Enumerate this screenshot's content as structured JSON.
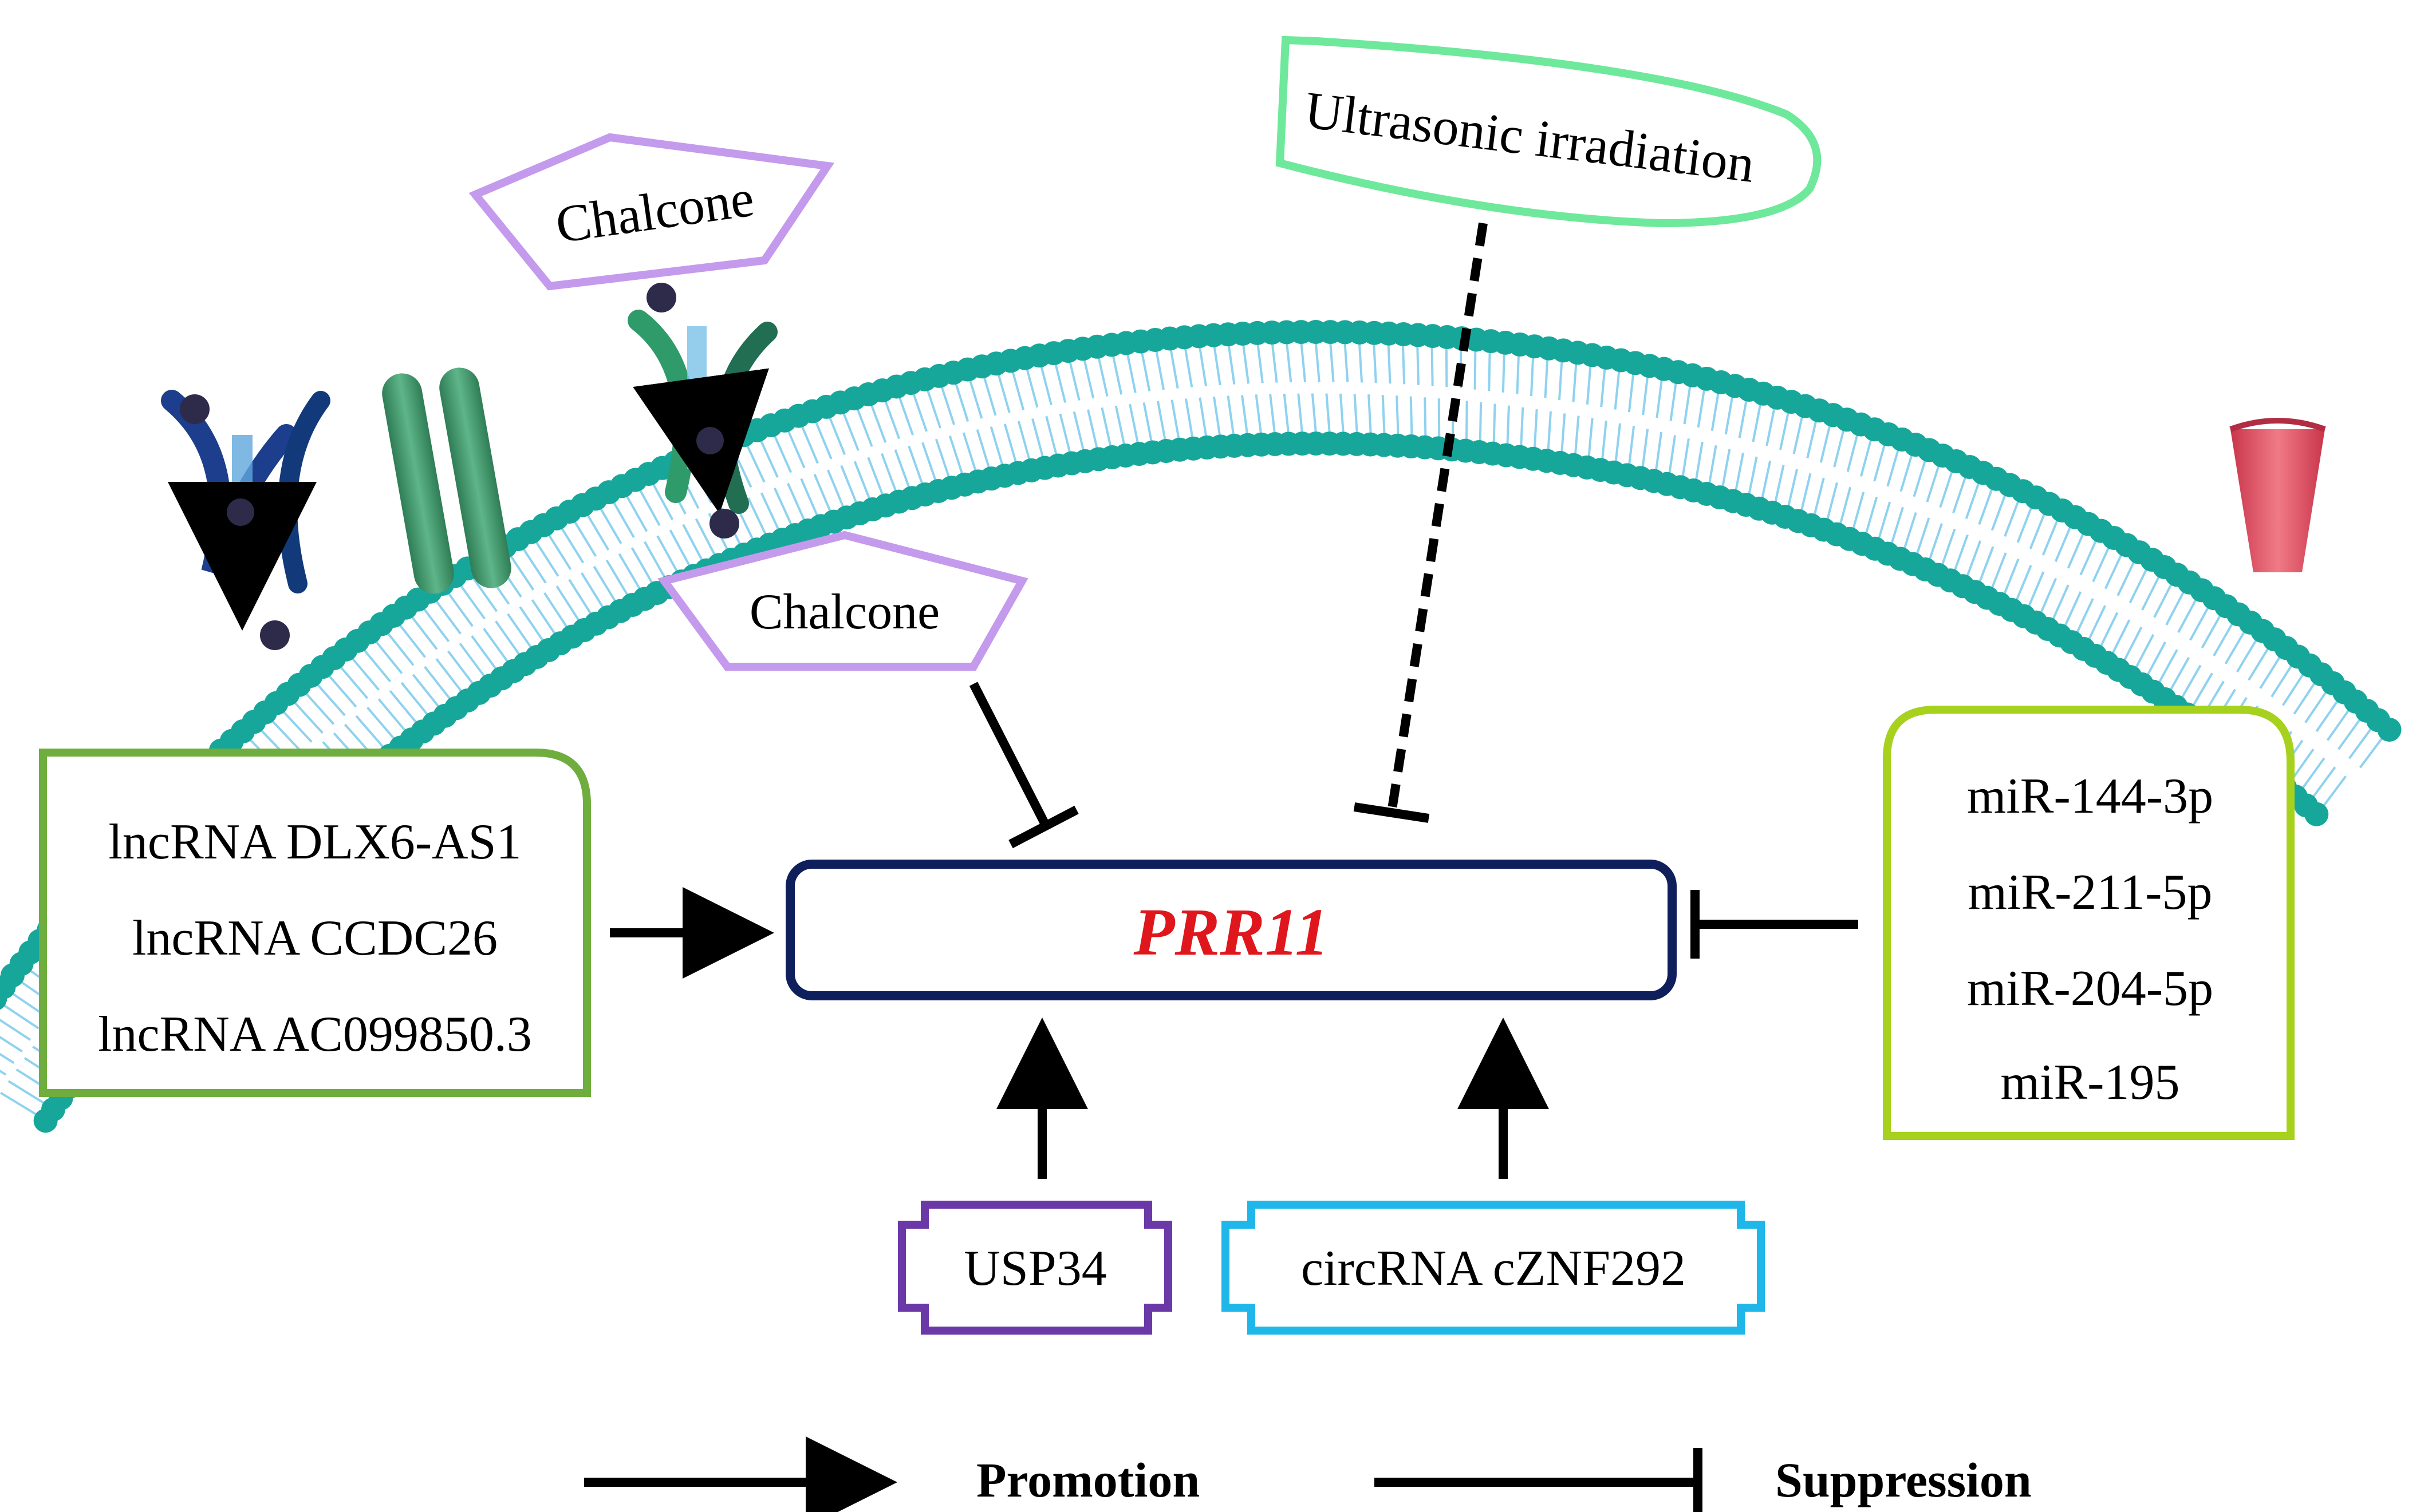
{
  "diagram": {
    "center": {
      "label": "PRR11",
      "color": "#e0161d",
      "border": "#0f1f5c"
    },
    "chalcone_outer": {
      "label": "Chalcone",
      "color": "#c49aed"
    },
    "chalcone_inner": {
      "label": "Chalcone",
      "color": "#c49aed"
    },
    "ultrasonic": {
      "label": "Ultrasonic irradiation",
      "color": "#6ee89a"
    },
    "lncrna_box": {
      "color": "#6fae3e",
      "items": [
        "lncRNA DLX6-AS1",
        "lncRNA CCDC26",
        "lncRNA AC099850.3"
      ]
    },
    "mirna_box": {
      "color": "#a6d11d",
      "items": [
        "miR-144-3p",
        "miR-211-5p",
        "miR-204-5p",
        "miR-195"
      ]
    },
    "usp34": {
      "label": "USP34",
      "color": "#6b38a8"
    },
    "circrna": {
      "label": "circRNA cZNF292",
      "color": "#1fb7ea"
    },
    "legend": {
      "promotion": "Promotion",
      "suppression": "Suppression"
    },
    "membrane": {
      "head_color": "#17a79a",
      "tail_color": "#8fd2ef"
    }
  }
}
